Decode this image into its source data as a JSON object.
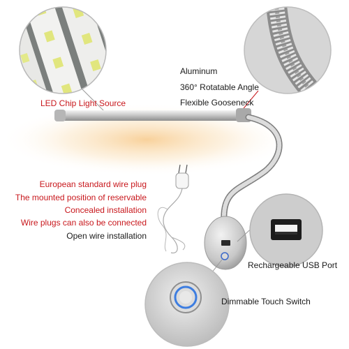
{
  "colors": {
    "accent_red": "#c8171c",
    "text_dark": "#1a1a1a",
    "glow": "#f6c27a"
  },
  "callouts": {
    "led_chip": "LED Chip Light Source",
    "arm": [
      "Aluminum",
      "360° Rotatable Angle",
      "Flexible Gooseneck"
    ],
    "plug": [
      "European standard wire plug",
      "The mounted position of reservable",
      "Concealed installation",
      "Wire plugs can also be connected",
      "Open wire installation"
    ],
    "usb": "Rechargeable USB Port",
    "switch": "Dimmable Touch Switch"
  },
  "icons": [
    "led-chip-zoom",
    "gooseneck-zoom",
    "usb-port-zoom",
    "touch-switch-zoom",
    "wire-plug",
    "lamp-base"
  ]
}
